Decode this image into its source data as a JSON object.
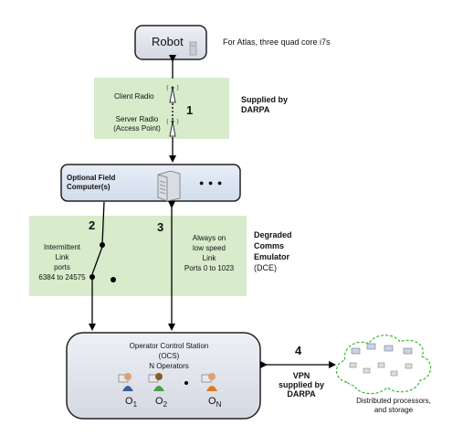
{
  "robot": {
    "label": "Robot",
    "note": "For Atlas, three quad core i7s"
  },
  "radio": {
    "client_label": "Client Radio",
    "server_label_line1": "Server Radio",
    "server_label_line2": "(Access Point)",
    "number": "1",
    "supplier_line1": "Supplied by",
    "supplier_line2": "DARPA"
  },
  "field_computer": {
    "label_line1": "Optional Field",
    "label_line2": "Computer(s)",
    "ellipsis": "● ● ●"
  },
  "dce": {
    "num_intermittent": "2",
    "num_always": "3",
    "intermittent_line1": "Intermittent",
    "intermittent_line2": "Link",
    "intermittent_line3": "ports",
    "intermittent_line4": "6384 to 24575",
    "always_line1": "Always on",
    "always_line2": "low speed",
    "always_line3": "Link",
    "always_line4": "Ports 0 to 1023",
    "title_line1": "Degraded",
    "title_line2": "Comms",
    "title_line3": "Emulator",
    "title_line4": "(DCE)"
  },
  "ocs": {
    "title_line1": "Operator Control Station",
    "title_line2": "(OCS)",
    "title_line3": "N Operators",
    "op1_prefix": "O",
    "op1_sub": "1",
    "op2_prefix": "O",
    "op2_sub": "2",
    "opn_prefix": "O",
    "opn_sub": "N"
  },
  "vpn": {
    "number": "4",
    "label_line1": "VPN",
    "label_line2": "supplied by",
    "label_line3": "DARPA"
  },
  "cloud": {
    "label_line1": "Distributed processors,",
    "label_line2": "and storage"
  },
  "colors": {
    "green_band": "#d8ebcb",
    "box_fill": "#dfe3ec",
    "field_box_fill": "#dbe6f2",
    "cloud_stroke": "#33bb33"
  }
}
